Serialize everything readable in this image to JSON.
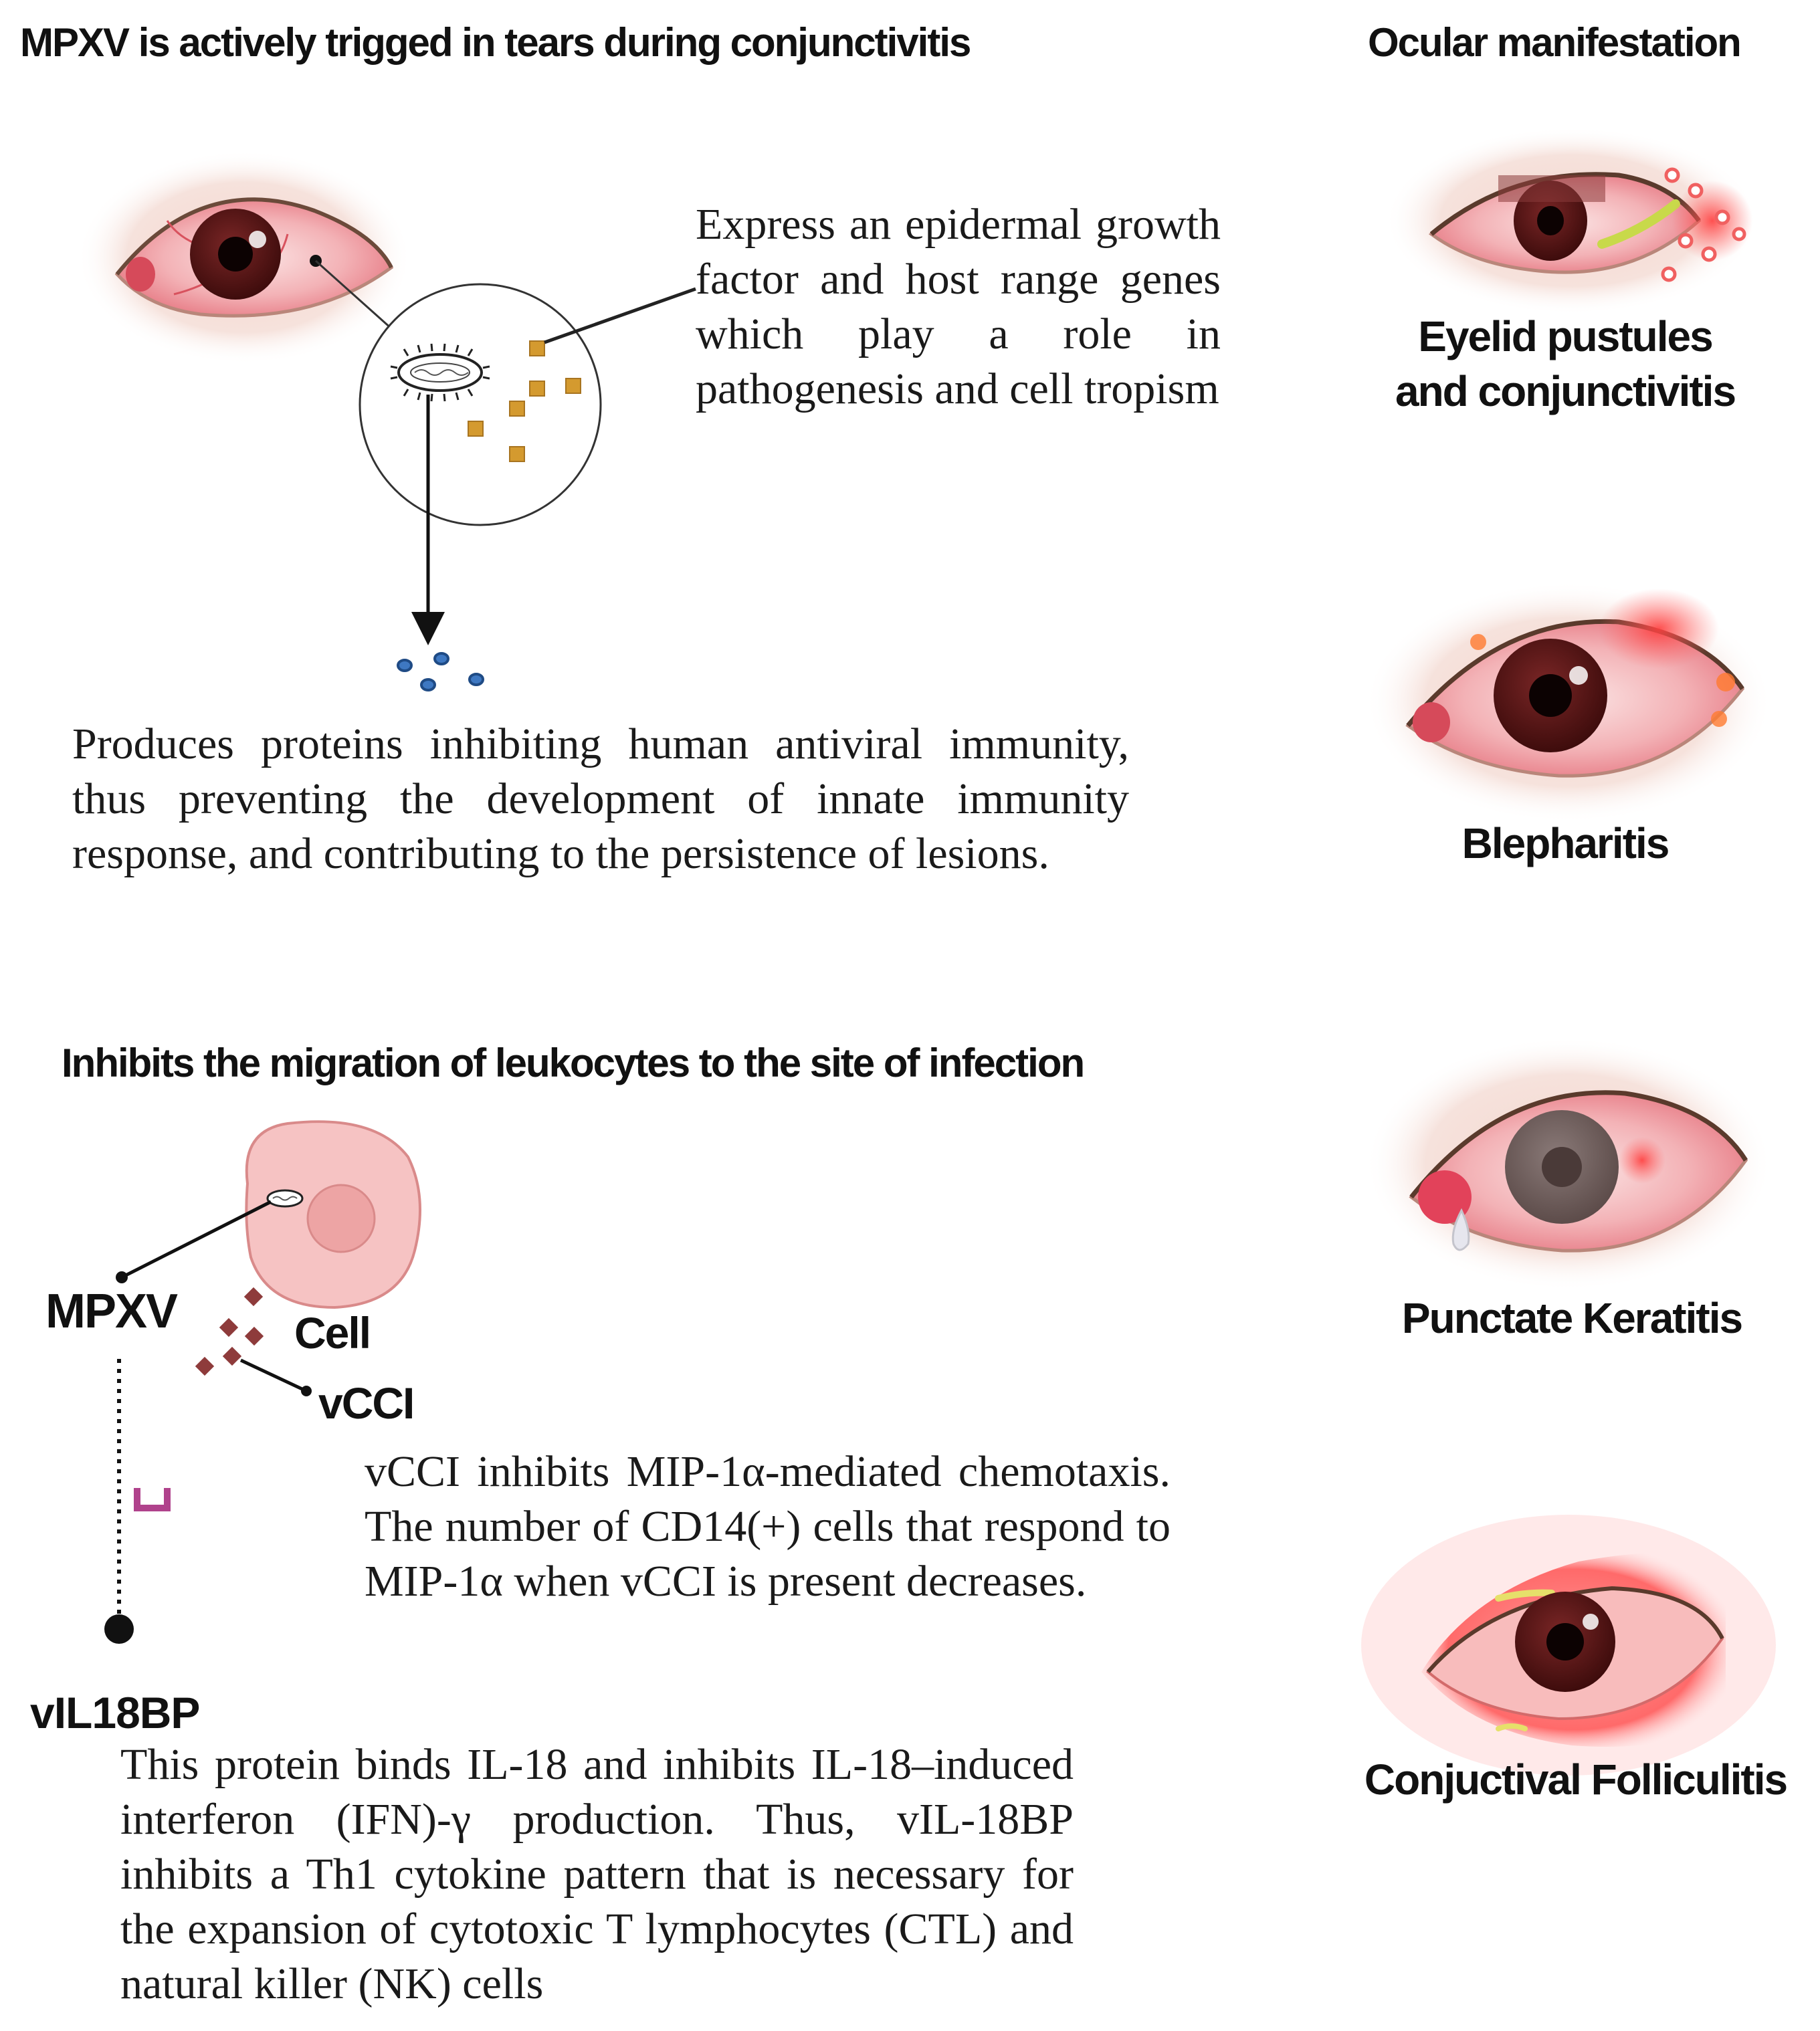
{
  "left_title": "MPXV is actively trigged in tears during conjunctivitis",
  "right_title": "Ocular manifestation",
  "tears_panel": {
    "express_text": "Express an epidermal growth factor and host range genes which play a role in pathogenesis and cell tropism",
    "produces_text": "Produces proteins inhibiting human antiviral immunity, thus preventing the development of innate immunity response, and contributing to the persistence of  lesions."
  },
  "migration_panel": {
    "title": "Inhibits the migration of leukocytes to the site of infection",
    "mpxv_label": "MPXV",
    "cell_label": "Cell",
    "vcci_label": "vCCI",
    "vcci_text": "vCCI inhibits MIP-1α-mediated chemotaxis. The number of CD14(+) cells that respond to MIP-1α when vCCI is present decreases.",
    "vil18bp_label": "vIL18BP",
    "vil18bp_text": "This protein binds IL-18 and inhibits IL-18–induced interferon (IFN)-γ production. Thus, vIL-18BP inhibits a Th1 cytokine pattern that is necessary for the expansion of cytotoxic T lymphocytes (CTL) and natural killer (NK) cells"
  },
  "manifestations": [
    {
      "caption_line1": "Eyelid pustules",
      "caption_line2": "and conjunctivitis"
    },
    {
      "caption_line1": "Blepharitis",
      "caption_line2": ""
    },
    {
      "caption_line1": "Punctate Keratitis",
      "caption_line2": ""
    },
    {
      "caption_line1": "Conjuctival Folliculitis",
      "caption_line2": ""
    }
  ],
  "colors": {
    "sclera": "#f6c9cb",
    "iris": "#5b1616",
    "cell": "#f6c3c3",
    "protein_square": "#d49a2f",
    "protein_diamond": "#8e3b3b",
    "vesicle": "#3e78c2",
    "receptor": "#b0428c"
  }
}
